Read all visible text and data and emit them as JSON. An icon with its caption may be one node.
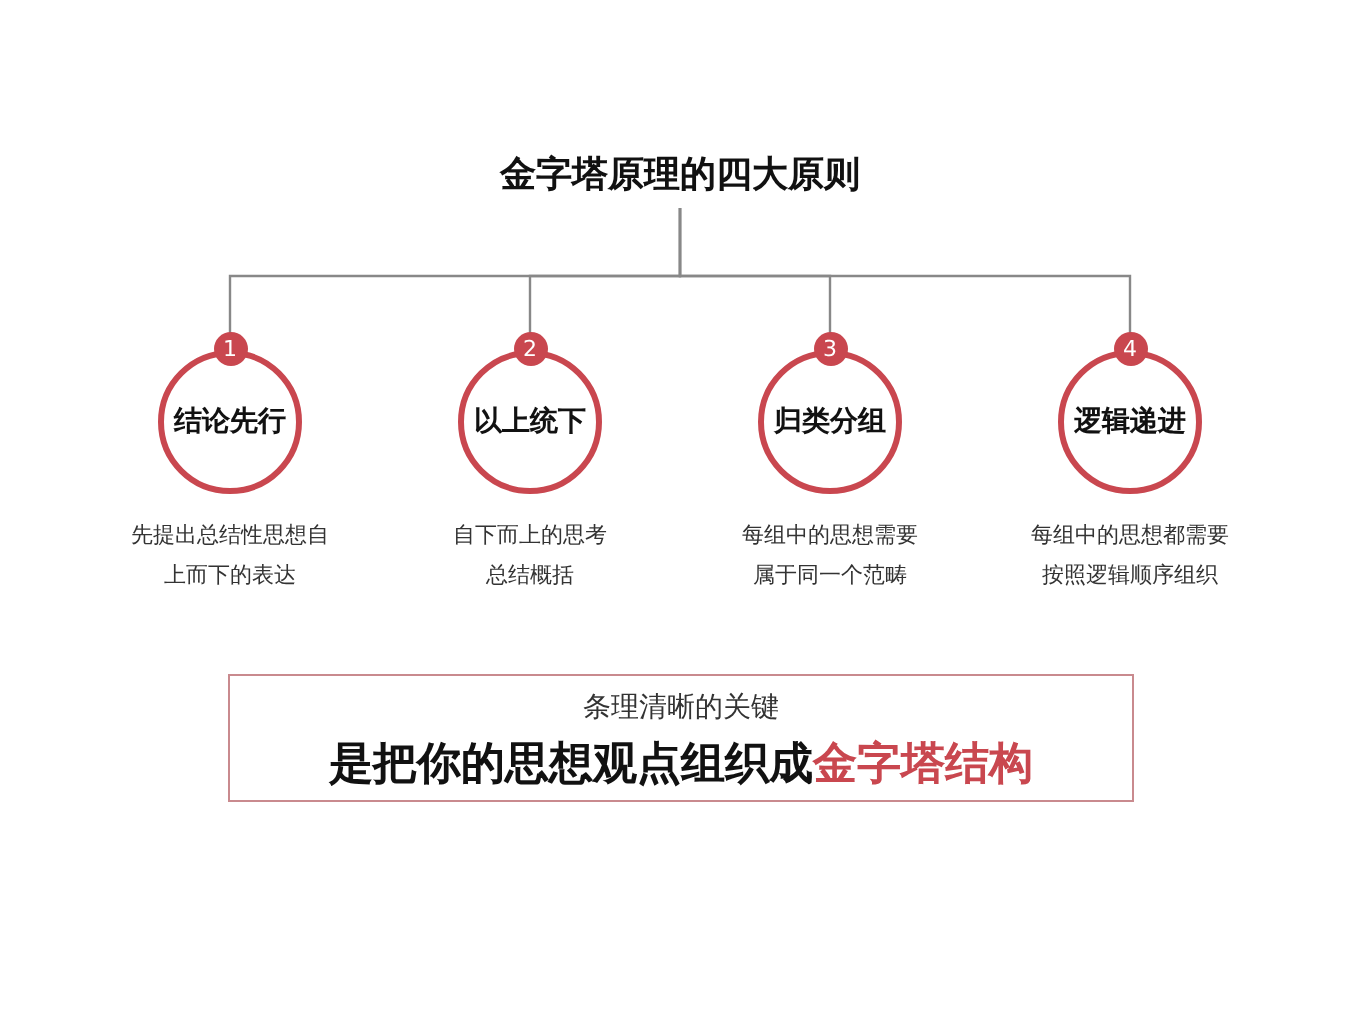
{
  "diagram": {
    "nodes": [
      {
        "text": [
          "金字塔原理的四大原则"
        ]
      },
      {
        "text": [
          "结论先行"
        ],
        "beside": [
          "1",
          "先提出总结性思想自上而下的表达"
        ]
      },
      {
        "text": [
          "以上统下"
        ],
        "beside": [
          "2",
          "自下而上的思考总结概括"
        ]
      },
      {
        "text": [
          "归类分组"
        ],
        "beside": [
          "3",
          "每组中的思想需要属于同一个范畴"
        ]
      },
      {
        "text": [
          "逻辑递进"
        ],
        "beside": [
          "4",
          "每组中的思想都需要按照逻辑顺序组织"
        ]
      },
      {
        "text": [
          "条理清晰的关键",
          "是把你的思想观点组织成**金字塔结构**"
        ]
      }
    ],
    "edges": [
      {
        "from": 0,
        "to": 1,
        "arrow": "none"
      },
      {
        "from": 0,
        "to": 2,
        "arrow": "none"
      },
      {
        "from": 0,
        "to": 3,
        "arrow": "none"
      },
      {
        "from": 0,
        "to": 4,
        "arrow": "none"
      }
    ]
  }
}
